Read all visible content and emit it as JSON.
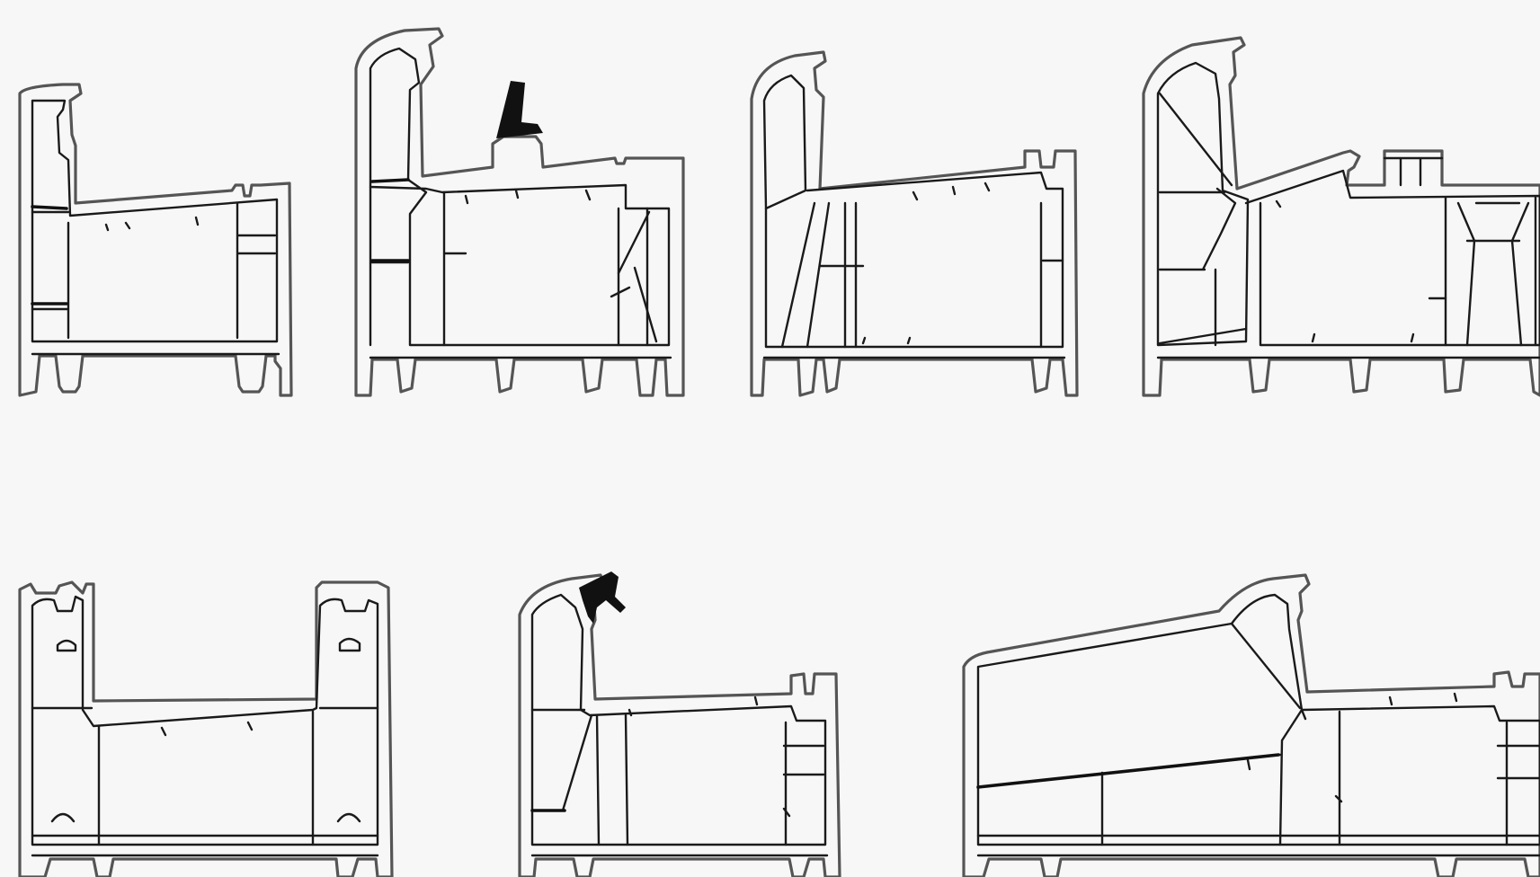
{
  "figure": {
    "background": "#f7f7f7",
    "stroke_color": "#1a1a1a",
    "outline_color": "#555555",
    "profiles": [
      {
        "id": "p1",
        "row": 1,
        "chambers": 4
      },
      {
        "id": "p2",
        "row": 1,
        "chambers": 6,
        "gasket": true
      },
      {
        "id": "p3",
        "row": 1,
        "chambers": 6
      },
      {
        "id": "p4",
        "row": 1,
        "chambers": 7
      },
      {
        "id": "p5",
        "row": 2,
        "chambers": 5
      },
      {
        "id": "p6",
        "row": 2,
        "chambers": 5,
        "gasket": true
      },
      {
        "id": "p7",
        "row": 2,
        "chambers": 6
      }
    ]
  }
}
